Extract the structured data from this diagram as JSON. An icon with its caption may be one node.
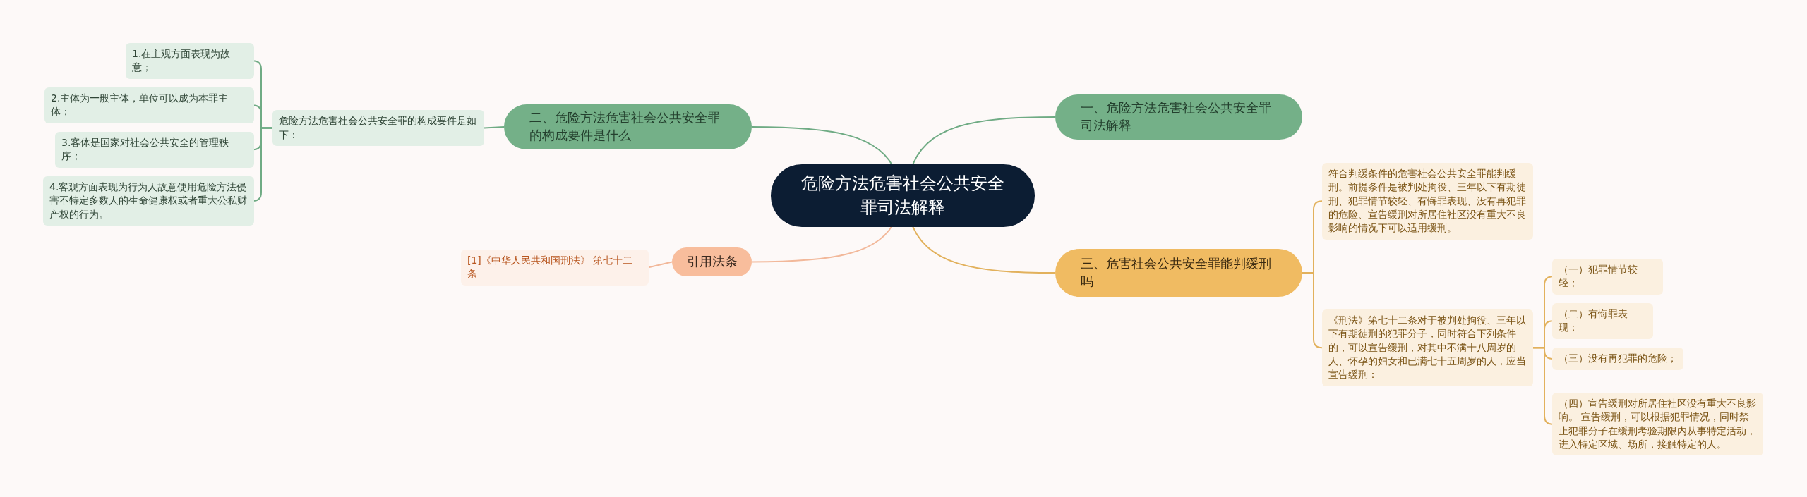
{
  "diagram": {
    "nodes": [
      {
        "text": [
          "危险方法危害社会公共安全罪司法解释"
        ]
      },
      {
        "text": [
          "一、危险方法危害社会公共安全罪司法解释"
        ]
      },
      {
        "text": [
          "二、危险方法危害社会公共安全罪的构成要件是什么"
        ]
      },
      {
        "text": [
          "危险方法危害社会公共安全罪的构成要件是如下："
        ]
      },
      {
        "text": [
          "1.在主观方面表现为故意；"
        ]
      },
      {
        "text": [
          "2.主体为一般主体，单位可以成为本罪主体；"
        ]
      },
      {
        "text": [
          "3.客体是国家对社会公共安全的管理秩序；"
        ]
      },
      {
        "text": [
          "4.客观方面表现为行为人故意使用危险方法侵害不特定多数人的生命健康权或者重大公私财产权的行为。"
        ]
      },
      {
        "text": [
          "引用法条"
        ]
      },
      {
        "text": [
          "[1]《中华人民共和国刑法》 第七十二条"
        ]
      },
      {
        "text": [
          "三、危害社会公共安全罪能判缓刑吗"
        ]
      },
      {
        "text": [
          "符合判缓条件的危害社会公共安全罪能判缓刑。前提条件是被判处拘役、三年以下有期徒刑、犯罪情节较轻、有悔罪表现、没有再犯罪的危险、宣告缓刑对所居住社区没有重大不良影响的情况下可以适用缓刑。"
        ]
      },
      {
        "text": [
          "《刑法》第七十二条对于被判处拘役、三年以下有期徒刑的犯罪分子，同时符合下列条件的，可以宣告缓刑，对其中不满十八周岁的人、怀孕的妇女和已满七十五周岁的人，应当宣告缓刑："
        ]
      },
      {
        "text": [
          "（一）犯罪情节较轻；"
        ]
      },
      {
        "text": [
          "（二）有悔罪表现；"
        ]
      },
      {
        "text": [
          "（三）没有再犯罪的危险；"
        ]
      },
      {
        "text": [
          "（四）宣告缓刑对所居住社区没有重大不良影响。 宣告缓刑，可以根据犯罪情况，同时禁止犯罪分子在缓刑考验期限内从事特定活动，进入特定区域、场所，接触特定的人。"
        ]
      }
    ],
    "edges": [
      {
        "from": 0,
        "to": 1,
        "arrow": "none",
        "color": "#6fab84"
      },
      {
        "from": 0,
        "to": 2,
        "arrow": "none",
        "color": "#6fab84"
      },
      {
        "from": 2,
        "to": 3,
        "arrow": "none",
        "color": "#6fab84"
      },
      {
        "from": 3,
        "to": 4,
        "arrow": "none",
        "color": "#6fab84"
      },
      {
        "from": 3,
        "to": 5,
        "arrow": "none",
        "color": "#6fab84"
      },
      {
        "from": 3,
        "to": 6,
        "arrow": "none",
        "color": "#6fab84"
      },
      {
        "from": 3,
        "to": 7,
        "arrow": "none",
        "color": "#6fab84"
      },
      {
        "from": 0,
        "to": 8,
        "arrow": "none",
        "color": "#f2b89a"
      },
      {
        "from": 8,
        "to": 9,
        "arrow": "none",
        "color": "#f2b89a"
      },
      {
        "from": 0,
        "to": 10,
        "arrow": "none",
        "color": "#e2b15c"
      },
      {
        "from": 10,
        "to": 11,
        "arrow": "none",
        "color": "#e2b15c"
      },
      {
        "from": 10,
        "to": 12,
        "arrow": "none",
        "color": "#e2b15c"
      },
      {
        "from": 12,
        "to": 13,
        "arrow": "none",
        "color": "#e2b15c"
      },
      {
        "from": 12,
        "to": 14,
        "arrow": "none",
        "color": "#e2b15c"
      },
      {
        "from": 12,
        "to": 15,
        "arrow": "none",
        "color": "#e2b15c"
      },
      {
        "from": 12,
        "to": 16,
        "arrow": "none",
        "color": "#e2b15c"
      }
    ]
  }
}
